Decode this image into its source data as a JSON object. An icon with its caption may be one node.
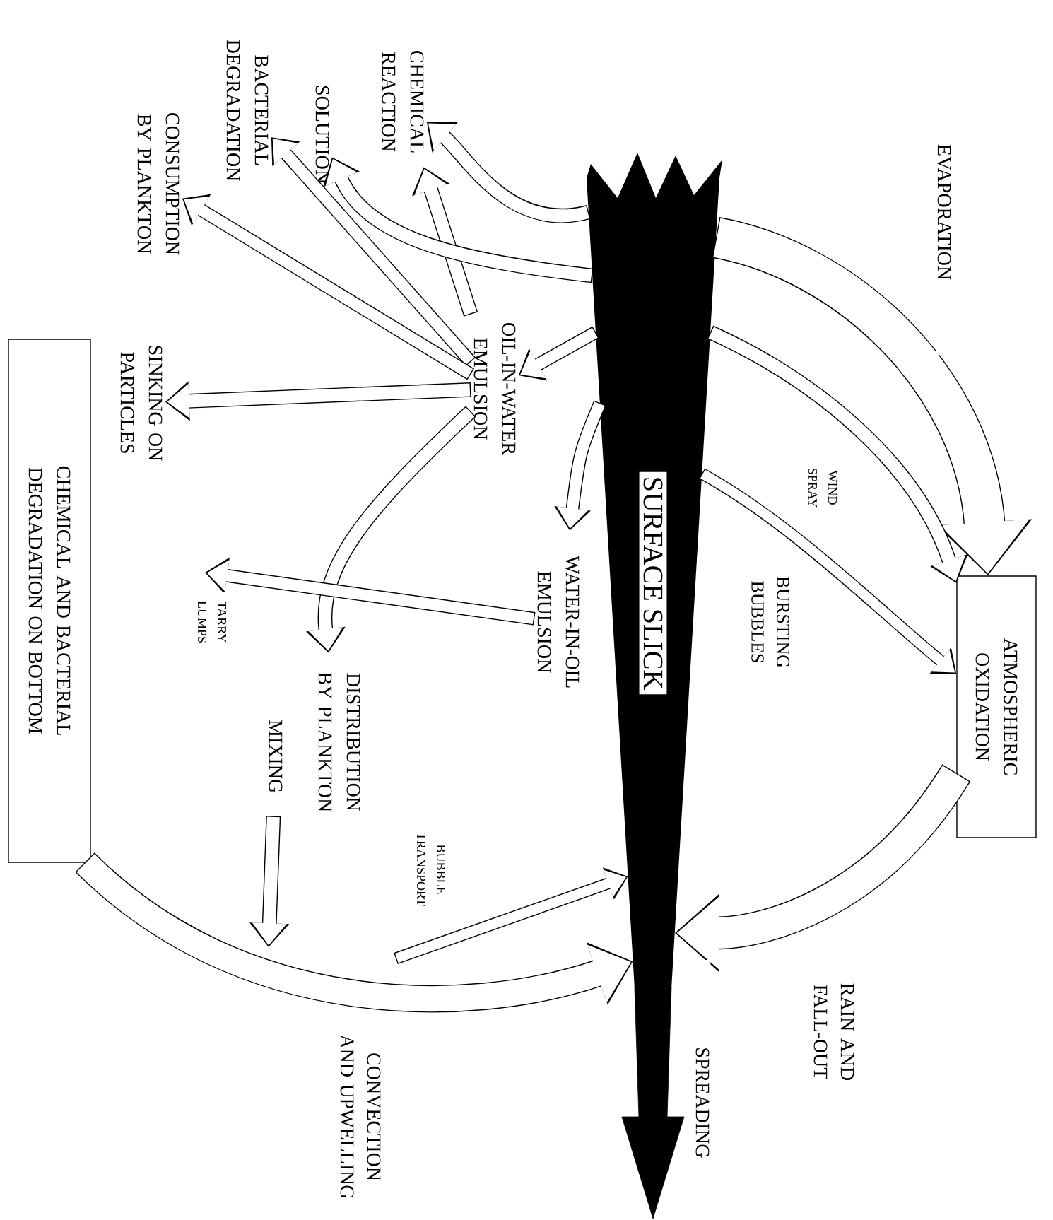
{
  "diagram": {
    "nodes": [
      {
        "text": [
          "SURFACE SLICK"
        ]
      },
      {
        "text": [
          "ATMOSPHERIC OXIDATION"
        ]
      },
      {
        "text": [
          "WATER-IN-OIL EMULSION"
        ]
      },
      {
        "text": [
          "OIL-IN-WATER EMULSION"
        ]
      },
      {
        "text": [
          "CHEMICAL REACTION"
        ]
      },
      {
        "text": [
          "SOLUTION"
        ]
      },
      {
        "text": [
          "BACTERIAL DEGRADATION"
        ]
      },
      {
        "text": [
          "CONSUMPTION BY PLANKTON"
        ]
      },
      {
        "text": [
          "SINKING ON PARTICLES"
        ]
      },
      {
        "text": [
          "CHEMICAL AND BACTERIAL DEGRADATION ON BOTTOM"
        ]
      },
      {
        "text": [
          "DISTRIBUTION BY PLANKTON"
        ]
      },
      {
        "text": [
          "MIXING"
        ]
      }
    ],
    "edges": [
      {
        "from": 0,
        "to": null,
        "arrow": "to",
        "label": "SPREADING",
        "style": "thick"
      },
      {
        "from": 0,
        "to": 1,
        "arrow": "to",
        "label": "EVAPORATION",
        "style": "thick"
      },
      {
        "from": 0,
        "to": 1,
        "arrow": "to",
        "label": "WIND SPRAY"
      },
      {
        "from": 0,
        "to": 1,
        "arrow": "to",
        "label": "BURSTING BUBBLES"
      },
      {
        "from": 1,
        "to": 0,
        "arrow": "to",
        "label": "RAIN AND FALL-OUT",
        "style": "thick"
      },
      {
        "from": 0,
        "to": 2,
        "arrow": "to"
      },
      {
        "from": 0,
        "to": 3,
        "arrow": "to"
      },
      {
        "from": 0,
        "to": 4,
        "arrow": "to"
      },
      {
        "from": 3,
        "to": 4,
        "arrow": "to"
      },
      {
        "from": 0,
        "to": 5,
        "arrow": "to"
      },
      {
        "from": 3,
        "to": 6,
        "arrow": "to"
      },
      {
        "from": 3,
        "to": 7,
        "arrow": "to"
      },
      {
        "from": 3,
        "to": 8,
        "arrow": "to"
      },
      {
        "from": 3,
        "to": 10,
        "arrow": "to"
      },
      {
        "from": 2,
        "to": null,
        "arrow": "to",
        "label": "TARRY LUMPS"
      },
      {
        "from": 11,
        "to": null,
        "arrow": "to"
      },
      {
        "from": 9,
        "to": 0,
        "arrow": "to",
        "label": "CONVECTION AND UPWELLING",
        "style": "thick"
      },
      {
        "from": null,
        "to": 0,
        "arrow": "to",
        "label": "BUBBLE TRANSPORT"
      }
    ]
  }
}
